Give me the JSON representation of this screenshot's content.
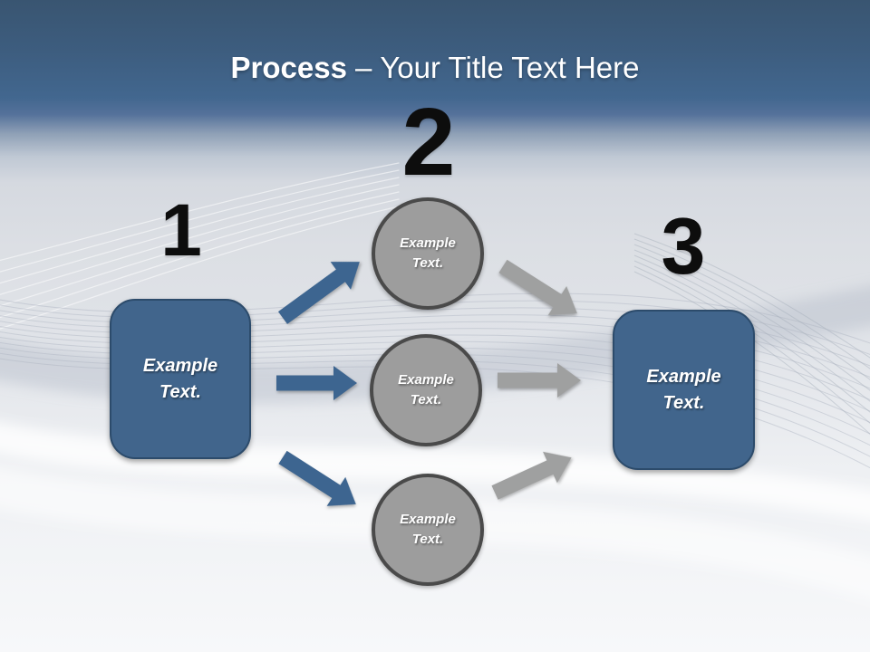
{
  "title": {
    "emphasis": "Process",
    "separator": "–",
    "subtitle": "Your Title Text Here"
  },
  "steps": {
    "one": {
      "number": "1",
      "label": {
        "line1": "Example",
        "line2": "Text."
      }
    },
    "two": {
      "number": "2",
      "circles": [
        {
          "label": {
            "line1": "Example",
            "line2": "Text."
          }
        },
        {
          "label": {
            "line1": "Example",
            "line2": "Text."
          }
        },
        {
          "label": {
            "line1": "Example",
            "line2": "Text."
          }
        }
      ]
    },
    "three": {
      "number": "3",
      "label": {
        "line1": "Example",
        "line2": "Text."
      }
    }
  },
  "colors": {
    "title_text": "#FFFFFF",
    "number_text": "#0D0D0D",
    "box_fill": "#41658C",
    "box_border": "#2C4B6B",
    "box_text": "#FFFFFF",
    "circle_fill": "#9D9D9D",
    "circle_border": "#4A4A4A",
    "circle_text": "#FFFFFF",
    "arrow_blue": "#3D6590",
    "arrow_gray": "#9FA0A0",
    "bg_top": "#395571",
    "bg_bottom": "#F7F8FA"
  }
}
